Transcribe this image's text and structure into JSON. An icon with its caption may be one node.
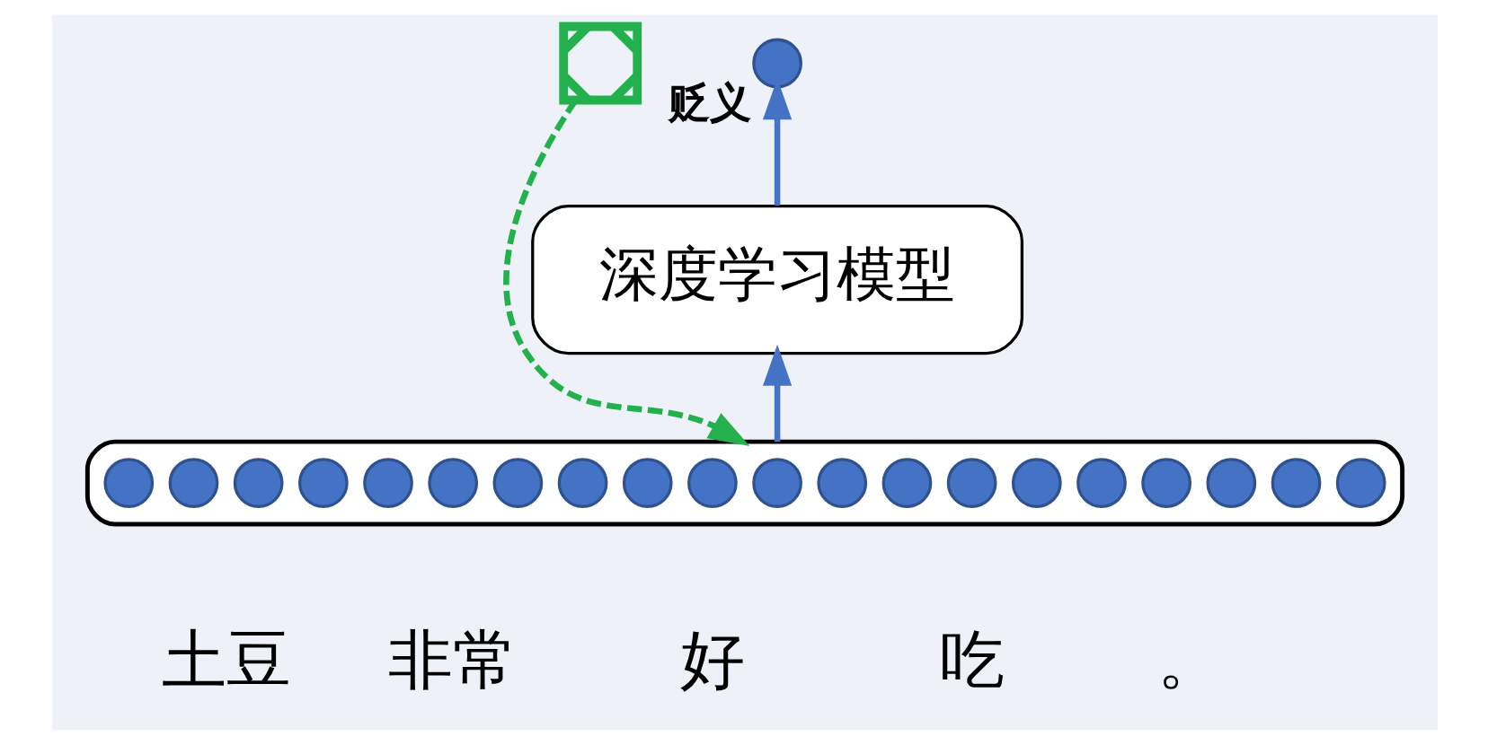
{
  "diagram": {
    "nodes": [
      {
        "text": [],
        "shape": "circle",
        "beside": [
          "贬义"
        ]
      },
      {
        "text": [],
        "shape": "cross"
      },
      {
        "text": [
          "深度学习模型"
        ]
      },
      {
        "text": [],
        "shape": "bar"
      },
      {
        "text": [],
        "shape": "circle",
        "in": 3
      },
      {
        "text": [],
        "shape": "circle",
        "in": 3
      },
      {
        "text": [],
        "shape": "circle",
        "in": 3
      },
      {
        "text": [],
        "shape": "circle",
        "in": 3
      },
      {
        "text": [],
        "shape": "circle",
        "in": 3
      },
      {
        "text": [],
        "shape": "circle",
        "in": 3
      },
      {
        "text": [],
        "shape": "circle",
        "in": 3
      },
      {
        "text": [],
        "shape": "circle",
        "in": 3
      },
      {
        "text": [],
        "shape": "circle",
        "in": 3
      },
      {
        "text": [],
        "shape": "circle",
        "in": 3
      },
      {
        "text": [],
        "shape": "circle",
        "in": 3
      },
      {
        "text": [],
        "shape": "circle",
        "in": 3
      },
      {
        "text": [],
        "shape": "circle",
        "in": 3
      },
      {
        "text": [],
        "shape": "circle",
        "in": 3
      },
      {
        "text": [],
        "shape": "circle",
        "in": 3
      },
      {
        "text": [],
        "shape": "circle",
        "in": 3
      },
      {
        "text": [],
        "shape": "circle",
        "in": 3
      },
      {
        "text": [],
        "shape": "circle",
        "in": 3
      },
      {
        "text": [],
        "shape": "circle",
        "in": 3
      },
      {
        "text": [],
        "shape": "circle",
        "in": 3
      }
    ],
    "edges": [
      {
        "from": 3,
        "to": 2,
        "arrow": "to"
      },
      {
        "from": 2,
        "to": 0,
        "arrow": "to"
      },
      {
        "from": 1,
        "to": 3,
        "arrow": "to",
        "style": "dashed",
        "color": "#22b14c"
      }
    ],
    "labels": [
      "土豆",
      "非常",
      "好",
      "吃",
      "。"
    ]
  }
}
